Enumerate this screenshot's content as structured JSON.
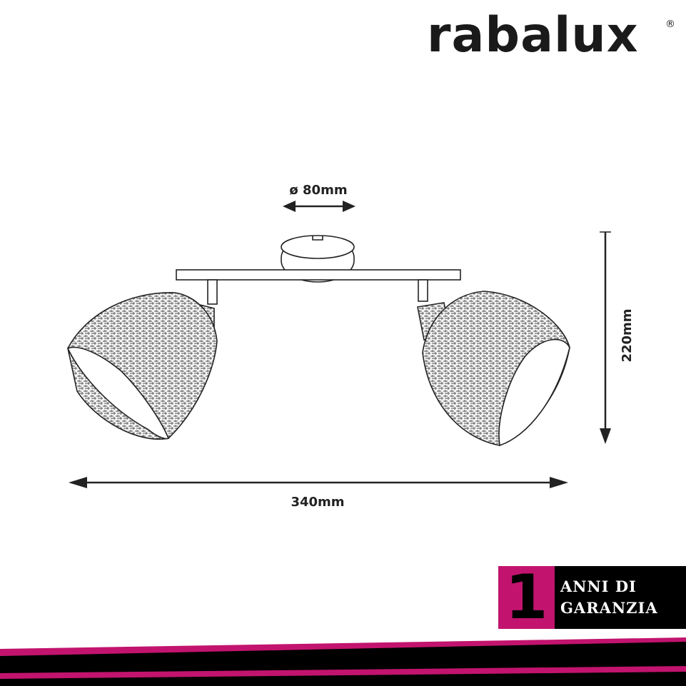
{
  "brand": {
    "logo_text": "rabalux",
    "registered_mark": "®"
  },
  "dimensions": {
    "diameter_label": "ø 80mm",
    "height_label": "220mm",
    "width_label": "340mm"
  },
  "warranty": {
    "years": "1",
    "line1": "ANNI DI",
    "line2": "GARANZIA"
  },
  "colors": {
    "accent": "#c2146e",
    "dark": "#000000",
    "line": "#222222"
  }
}
